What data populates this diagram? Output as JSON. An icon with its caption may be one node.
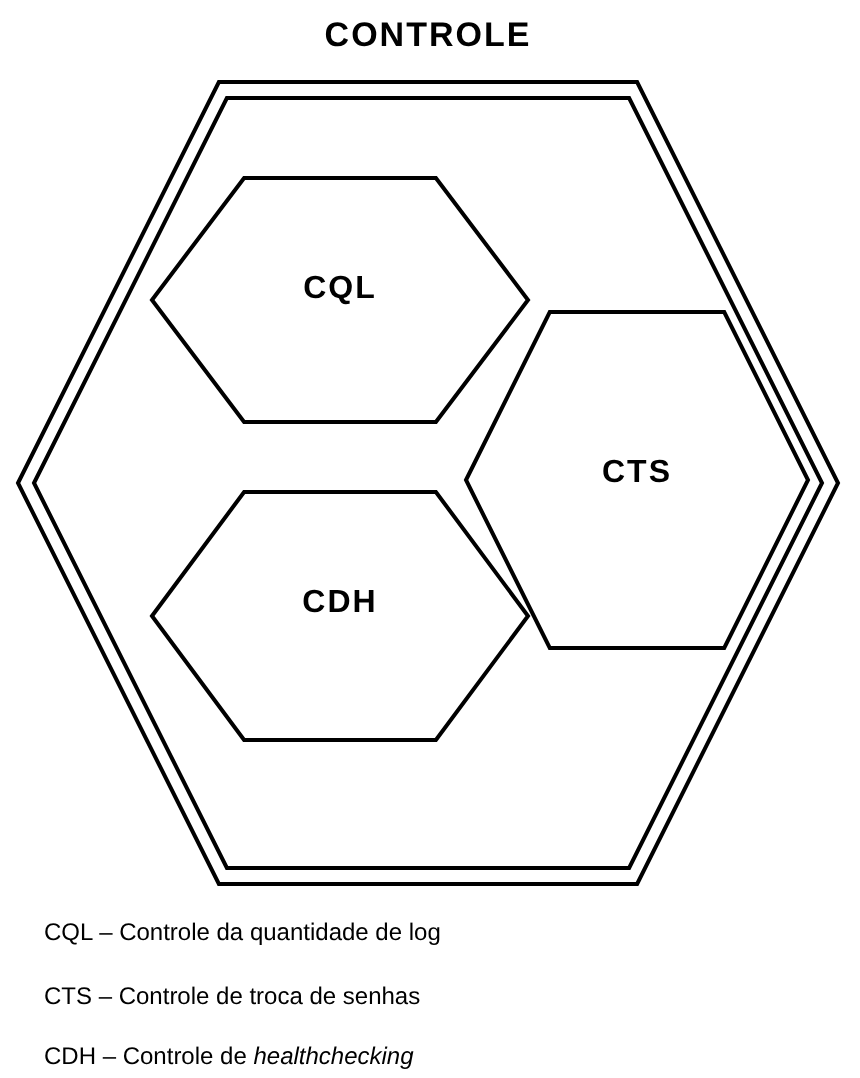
{
  "diagram": {
    "nodes": [
      {
        "text": [
          "CONTROLE"
        ]
      },
      {
        "text": [
          "CQL"
        ],
        "in": 0
      },
      {
        "text": [
          "CTS"
        ],
        "in": 0
      },
      {
        "text": [
          "CDH"
        ],
        "in": 0
      }
    ],
    "labels": [
      "CQL – Controle da quantidade de log",
      "CTS – Controle de troca de senhas",
      "CDH – Controle de *healthchecking*"
    ]
  }
}
